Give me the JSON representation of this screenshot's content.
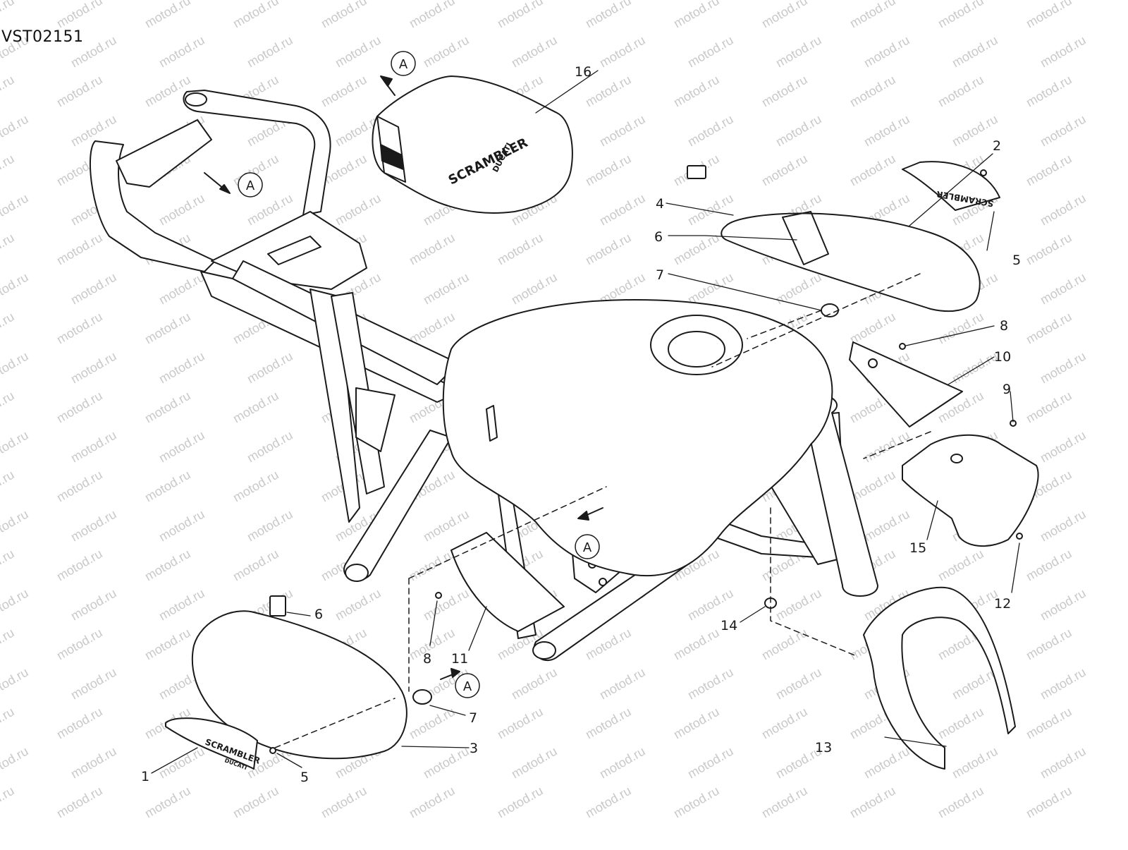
{
  "drawing_code": "VST02151",
  "watermark_text": "motod.ru",
  "view_marker": "A",
  "emblem_text": {
    "main": "SCRAMBLER",
    "sub": "DUCATI"
  },
  "seat_text": {
    "main": "SCRAMBLER",
    "sub": "DUCATI"
  },
  "callouts": [
    "1",
    "2",
    "3",
    "4",
    "5",
    "5",
    "6",
    "6",
    "7",
    "7",
    "8",
    "8",
    "9",
    "10",
    "11",
    "12",
    "13",
    "14",
    "15",
    "16"
  ],
  "colors": {
    "line": "#1a1a1a",
    "fill": "#ffffff",
    "watermark": "#c9c9c9"
  }
}
